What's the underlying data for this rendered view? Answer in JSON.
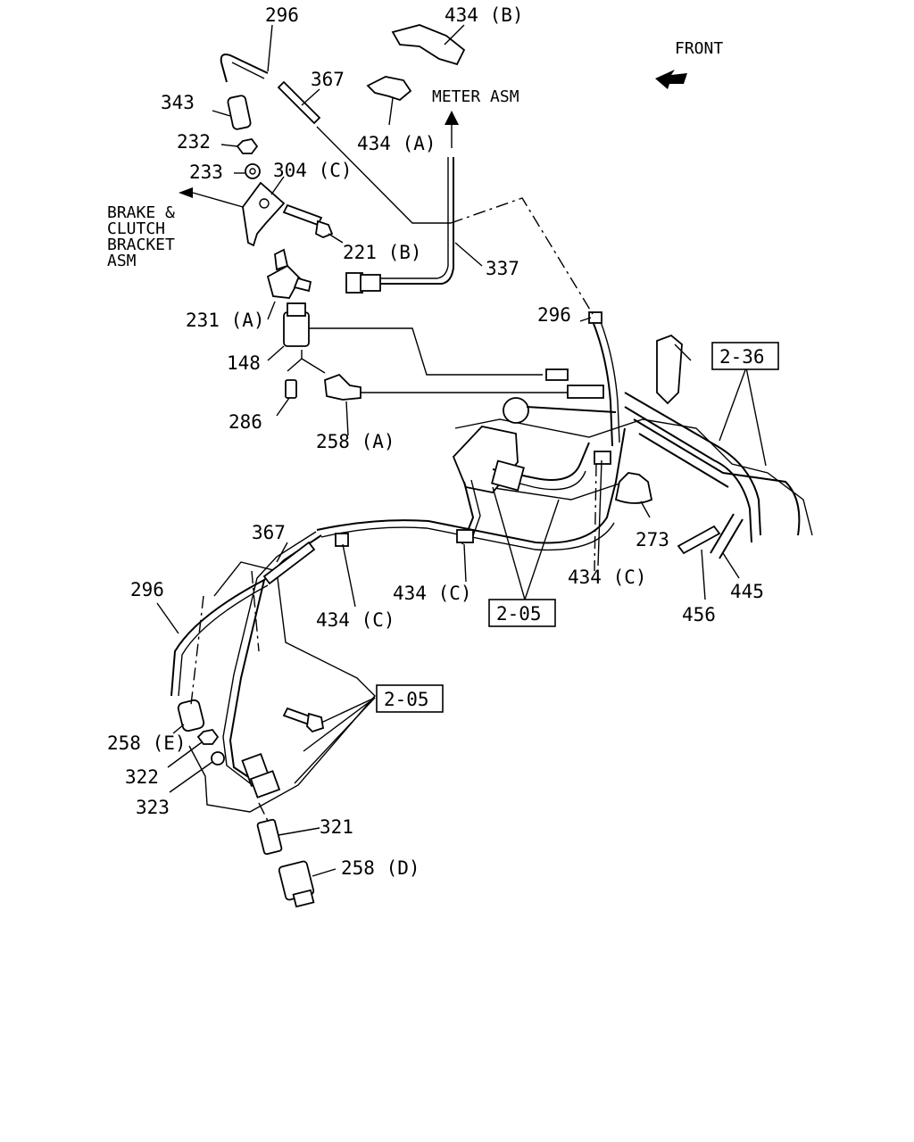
{
  "labels": {
    "l296_top": "296",
    "l434b": "434 (B)",
    "l367_top": "367",
    "l343": "343",
    "l434a": "434 (A)",
    "l232": "232",
    "l233": "233",
    "l304c": "304 (C)",
    "l221b": "221 (B)",
    "l337": "337",
    "l231a": "231 (A)",
    "l148": "148",
    "l286": "286",
    "l258a": "258 (A)",
    "l296_mid": "296",
    "l273": "273",
    "l434c_mid": "434 (C)",
    "l434c_right": "434 (C)",
    "l445": "445",
    "l456": "456",
    "l367_low": "367",
    "l296_low": "296",
    "l434c_low": "434 (C)",
    "l258e": "258 (E)",
    "l322": "322",
    "l323": "323",
    "l321": "321",
    "l258d": "258 (D)"
  },
  "refs": {
    "ref_2_36": "2-36",
    "ref_2_05_mid": "2-05",
    "ref_2_05_low": "2-05"
  },
  "notes": {
    "front": "FRONT",
    "meter_asm": "METER ASM",
    "brake_1": "BRAKE &",
    "brake_2": "CLUTCH",
    "brake_3": "BRACKET",
    "brake_4": "ASM"
  }
}
